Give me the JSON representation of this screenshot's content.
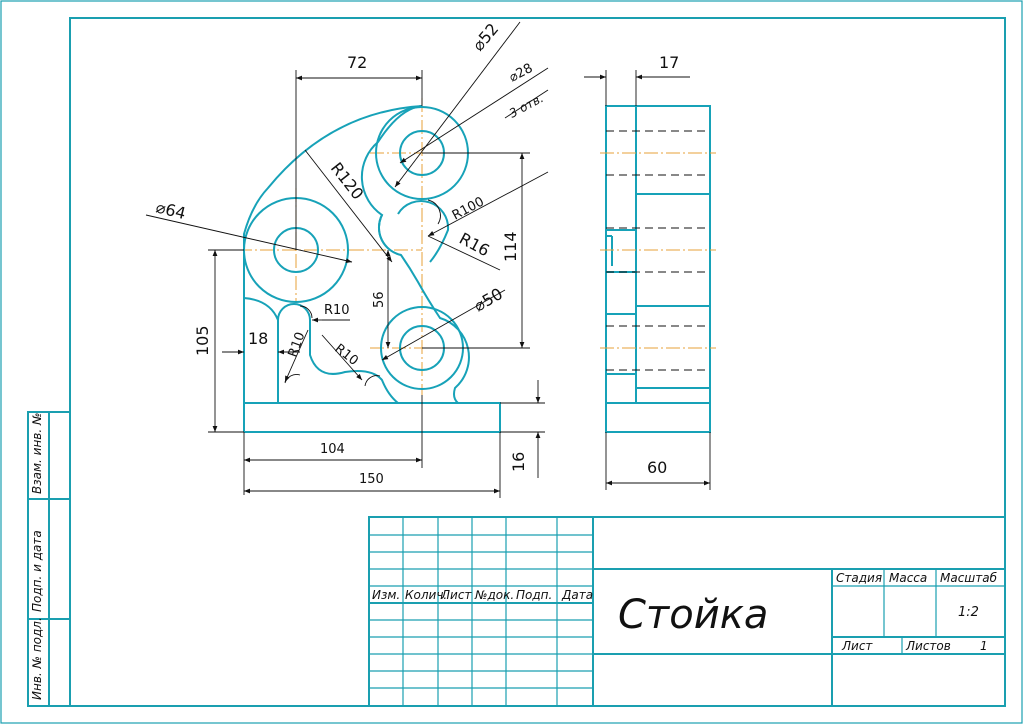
{
  "drawing": {
    "dimensions": {
      "d72": "72",
      "d52": "⌀52",
      "d28": "⌀28",
      "holes": "3 отв.",
      "d17": "17",
      "r120": "R120",
      "r100": "R100",
      "r16": "R16",
      "d64": "⌀64",
      "d114": "114",
      "d56": "56",
      "r10a": "R10",
      "r10b": "R10",
      "r10c": "R10",
      "d50": "⌀50",
      "d105": "105",
      "d18": "18",
      "d104": "104",
      "d150": "150",
      "d16": "16",
      "d60": "60"
    }
  },
  "title_block": {
    "headers": [
      "Изм.",
      "Колич.",
      "Лист",
      "№док.",
      "Подп.",
      "Дата"
    ],
    "title": "Стойка",
    "stage_label": "Стадия",
    "mass_label": "Масса",
    "scale_label": "Масштаб",
    "scale_value": "1:2",
    "sheet_label": "Лист",
    "sheets_label": "Листов",
    "sheets_value": "1"
  },
  "side_stamp": {
    "inv_orig": "Инв. № подл.",
    "sign_date": "Подп. и дата",
    "inv_repl": "Взам. инв. №"
  },
  "colors": {
    "frame": "#1a9fb0",
    "part": "#17a2b8",
    "axis": "#e7a23a",
    "dimension": "#111111"
  }
}
